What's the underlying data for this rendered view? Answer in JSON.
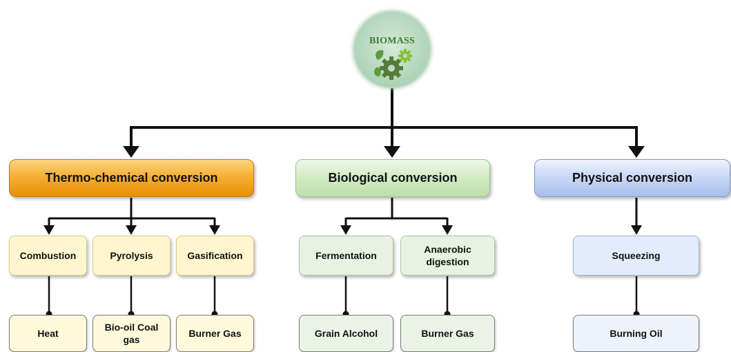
{
  "root": {
    "label": "BIOMASS",
    "icon": "gears-leaves-icon"
  },
  "categories": {
    "thermo": {
      "title": "Thermo-chemical conversion",
      "processes": [
        {
          "name": "Combustion",
          "product": "Heat"
        },
        {
          "name": "Pyrolysis",
          "product": "Bio-oil Coal gas"
        },
        {
          "name": "Gasification",
          "product": "Burner Gas"
        }
      ]
    },
    "biological": {
      "title": "Biological conversion",
      "processes": [
        {
          "name": "Fermentation",
          "product": "Grain Alcohol"
        },
        {
          "name": "Anaerobic digestion",
          "product": "Burner Gas"
        }
      ]
    },
    "physical": {
      "title": "Physical conversion",
      "processes": [
        {
          "name": "Squeezing",
          "product": "Burning Oil"
        }
      ]
    }
  },
  "colors": {
    "thermo_accent": "#f2a21e",
    "biological_accent": "#c6e3b5",
    "physical_accent": "#b5c8ef",
    "connector": "#111111"
  }
}
